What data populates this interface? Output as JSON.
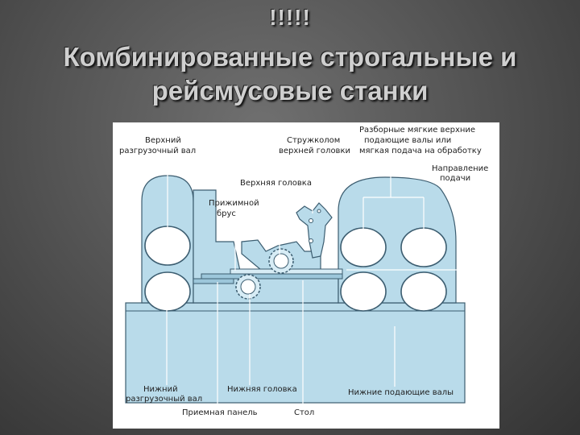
{
  "header": {
    "mark": "!!!!!",
    "title_line1": "Комбинированные строгальные и",
    "title_line2": "рейсмусовые станки"
  },
  "labels": {
    "upper_unload_l1": "Верхний",
    "upper_unload_l2": "разгрузочный вал",
    "chip_l1": "Стружколом",
    "chip_l2": "верхней головки",
    "feed_rollers_l1": "Разборные мягкие верхние",
    "feed_rollers_l2": "подающие валы или",
    "feed_rollers_l3": "мягкая подача на обработку",
    "direction_l1": "Направление",
    "direction_l2": "подачи",
    "upper_head": "Верхняя головка",
    "press_l1": "Прижимной",
    "press_l2": "брус",
    "lower_unload_l1": "Нижний",
    "lower_unload_l2": "разгрузочный вал",
    "lower_head": "Нижняя головка",
    "lower_feed": "Нижние подающие валы",
    "intake_panel": "Приемная панель",
    "table": "Стол"
  },
  "colors": {
    "background": "#555555",
    "machine_fill": "#b9dbea",
    "machine_stroke": "#3c5d70",
    "leader": "#ffffff",
    "text": "#1e1e1e"
  }
}
